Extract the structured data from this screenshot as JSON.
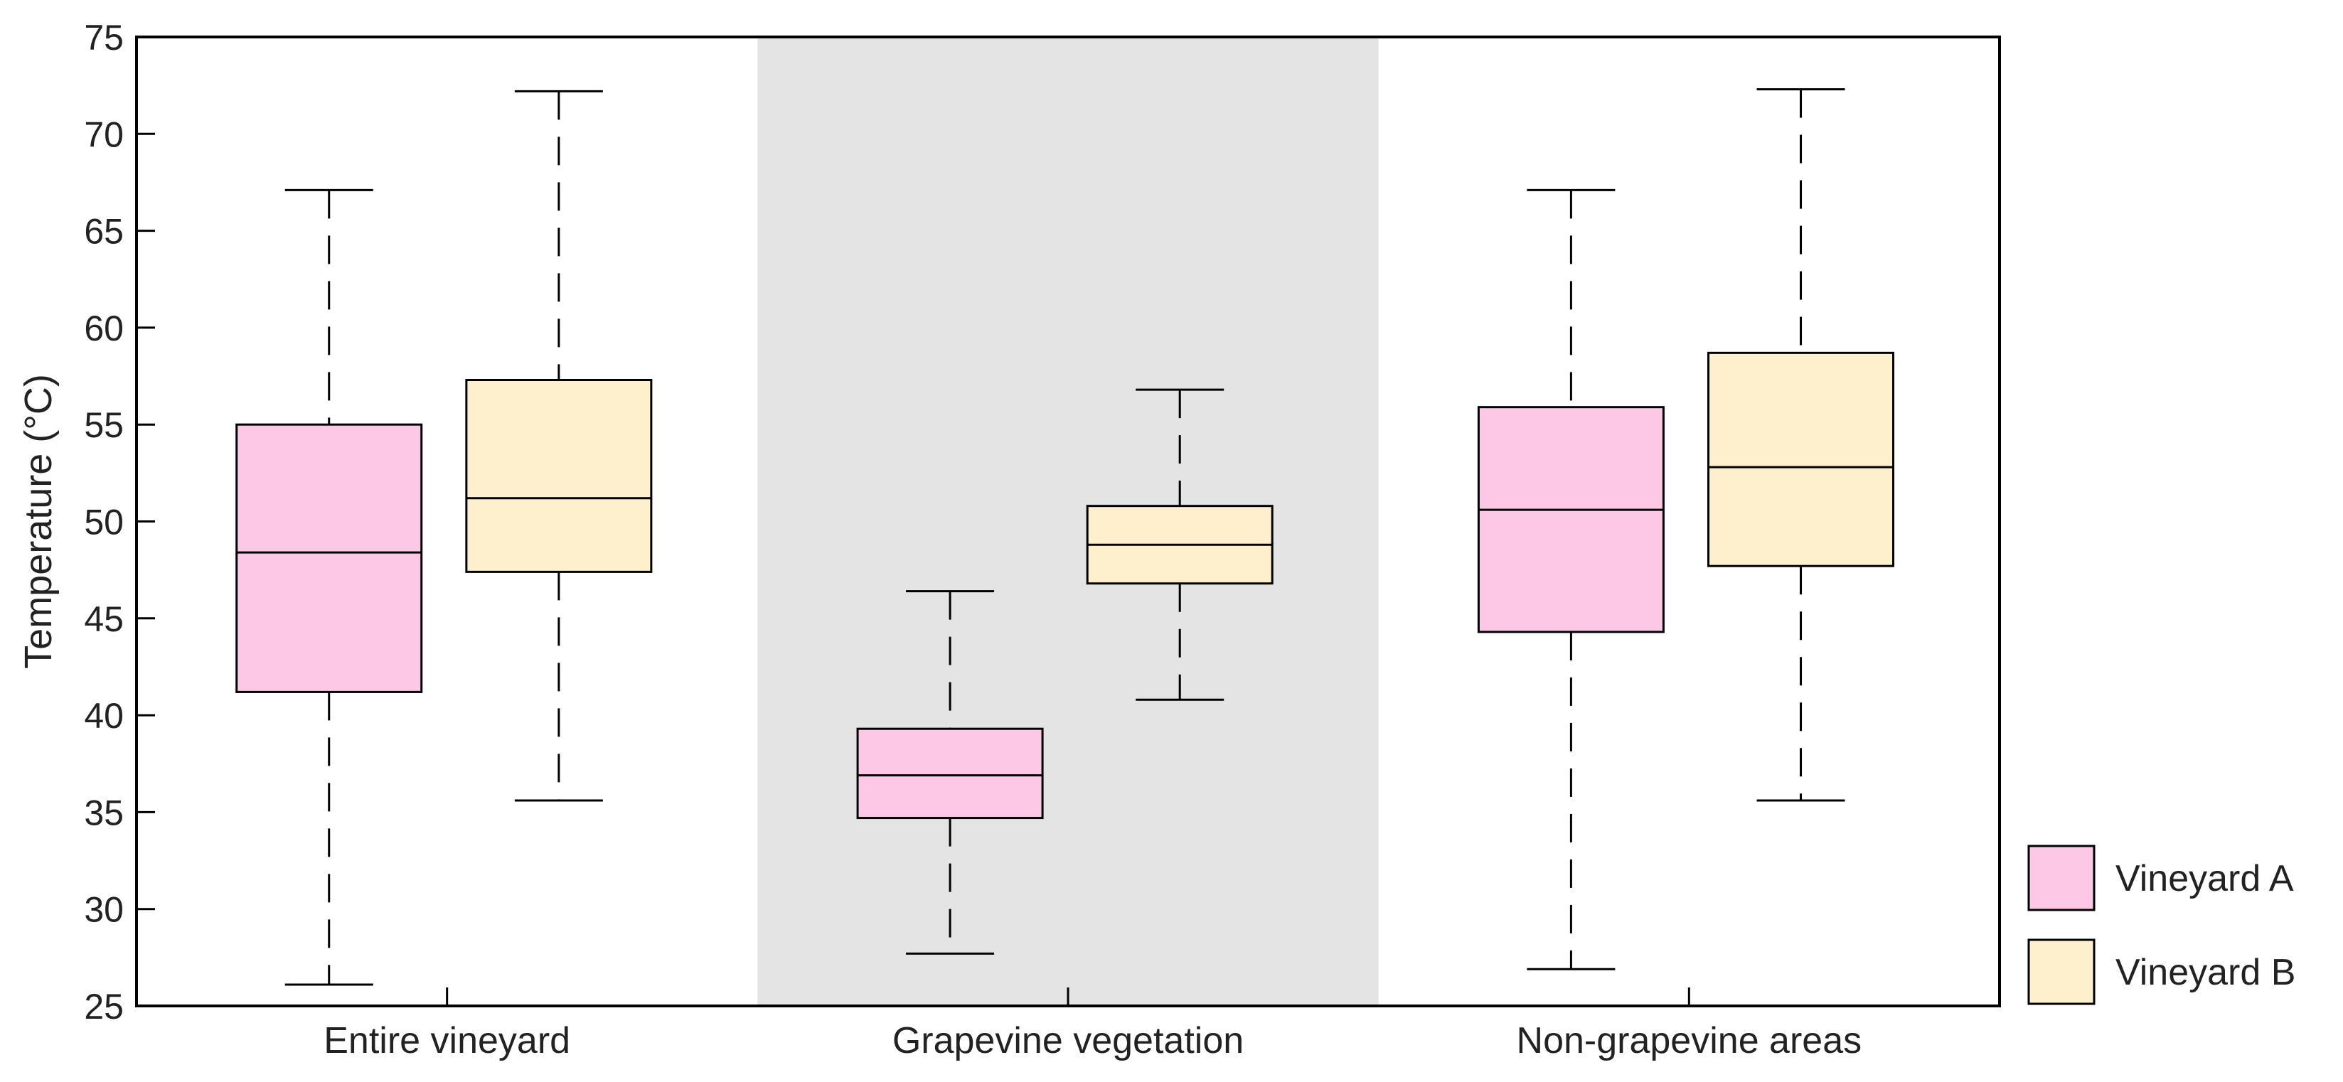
{
  "chart_data": {
    "type": "box",
    "ylabel": "Temperature (°C)",
    "ylim": [
      25,
      75
    ],
    "yticks": [
      25,
      30,
      35,
      40,
      45,
      50,
      55,
      60,
      65,
      70,
      75
    ],
    "categories": [
      "Entire vineyard",
      "Grapevine vegetation",
      "Non-grapevine areas"
    ],
    "highlighted_category": "Grapevine vegetation",
    "highlight_color": "#e4e4e4",
    "grid": false,
    "legend_position": "bottom-right-outside",
    "series": [
      {
        "name": "Vineyard A",
        "color": "#fdc8e6",
        "boxes": [
          {
            "min": 26.1,
            "q1": 41.2,
            "median": 48.4,
            "q3": 55.0,
            "max": 67.1
          },
          {
            "min": 27.7,
            "q1": 34.7,
            "median": 36.9,
            "q3": 39.3,
            "max": 46.4
          },
          {
            "min": 26.9,
            "q1": 44.3,
            "median": 50.6,
            "q3": 55.9,
            "max": 67.1
          }
        ]
      },
      {
        "name": "Vineyard B",
        "color": "#fef0cc",
        "boxes": [
          {
            "min": 35.6,
            "q1": 47.4,
            "median": 51.2,
            "q3": 57.3,
            "max": 72.2
          },
          {
            "min": 40.8,
            "q1": 46.8,
            "median": 48.8,
            "q3": 50.8,
            "max": 56.8
          },
          {
            "min": 35.6,
            "q1": 47.7,
            "median": 52.8,
            "q3": 58.7,
            "max": 72.3
          }
        ]
      }
    ]
  }
}
